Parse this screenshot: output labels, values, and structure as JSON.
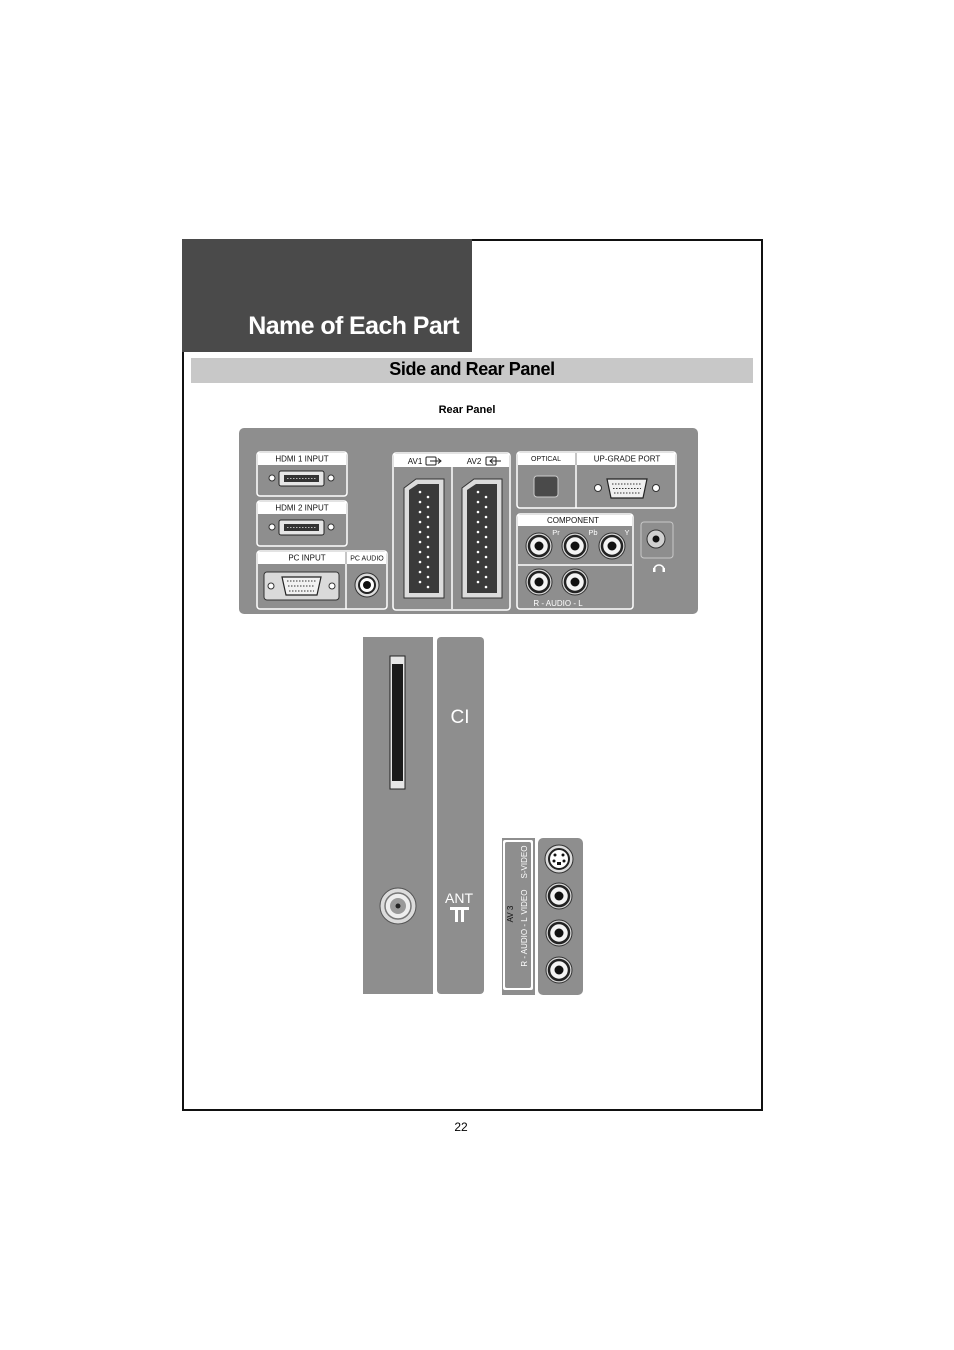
{
  "header": {
    "title": "Name of Each Part"
  },
  "section": {
    "title": "Side and Rear Panel"
  },
  "figure": {
    "caption": "Rear Panel"
  },
  "rear_panel": {
    "hdmi1": "HDMI 1  INPUT",
    "hdmi2": "HDMI 2  INPUT",
    "pc_input": "PC INPUT",
    "pc_audio": "PC AUDIO",
    "av1": "AV1",
    "av2": "AV2",
    "optical": "OPTICAL",
    "upgrade_port": "UP-GRADE PORT",
    "component": "COMPONENT",
    "pr": "Pr",
    "pb": "Pb",
    "y": "Y",
    "audio_rl": "R - AUDIO - L"
  },
  "side_panel": {
    "ci": "CI",
    "ant": "ANT",
    "av3": "AV 3",
    "svideo": "S-VIDEO",
    "video": "VIDEO",
    "audio_rl": "R - AUDIO - L"
  },
  "footer": {
    "page_number": "22"
  },
  "colors": {
    "panel_gray": "#8e8e8e",
    "header_dark": "#4a4a4a",
    "section_bar": "#c8c8c8"
  }
}
